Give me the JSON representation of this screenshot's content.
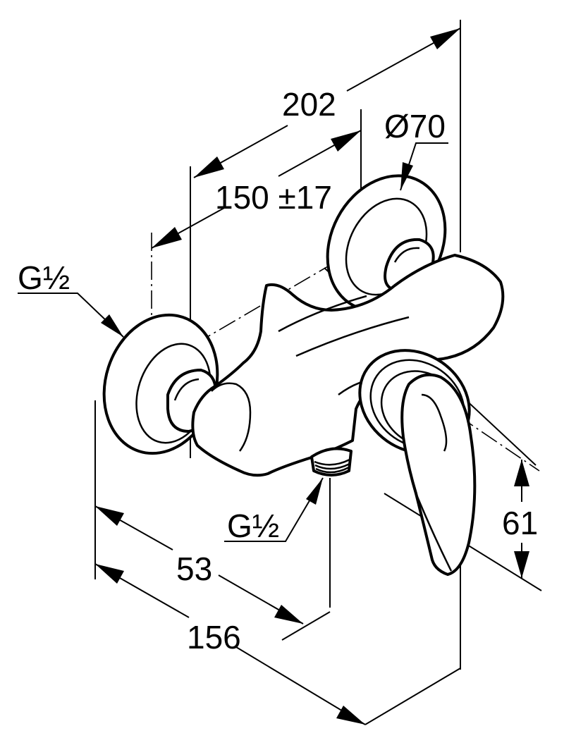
{
  "dimensions": {
    "overall_length": "202",
    "connection_spacing": "150 ±17",
    "rosette_diameter": "Ø70",
    "outlet_projection": "53",
    "lever_projection": "156",
    "height": "61"
  },
  "thread_labels": {
    "inlet": "G½",
    "outlet": "G½"
  }
}
